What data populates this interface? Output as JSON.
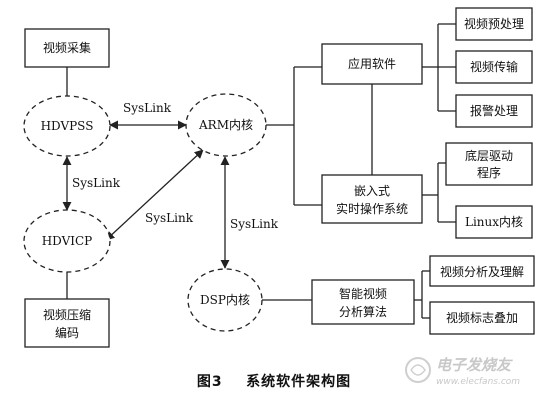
{
  "nodes": {
    "video_capture": "视频采集",
    "hdvpss": "HDVPSS",
    "hdvicp": "HDVICP",
    "video_compress_line1": "视频压缩",
    "video_compress_line2": "编码",
    "arm_core": "ARM内核",
    "dsp_core": "DSP内核",
    "app_software": "应用软件",
    "embedded_os_line1": "嵌入式",
    "embedded_os_line2": "实时操作系统",
    "video_preprocess": "视频预处理",
    "video_transmission": "视频传输",
    "alarm_processing": "报警处理",
    "driver_line1": "底层驱动",
    "driver_line2": "程序",
    "linux_kernel": "Linux内核",
    "intel_analysis_line1": "智能视频",
    "intel_analysis_line2": "分析算法",
    "video_analysis": "视频分析及理解",
    "video_overlay": "视频标志叠加"
  },
  "links": {
    "hdvpss_arm": "SysLink",
    "hdvpss_hdvicp": "SysLink",
    "hdvicp_arm": "SysLink",
    "arm_dsp": "SysLink"
  },
  "caption": "图3    系统软件架构图",
  "watermark": {
    "line1": "电子发烧友",
    "line2": "www.elecfans.com"
  }
}
